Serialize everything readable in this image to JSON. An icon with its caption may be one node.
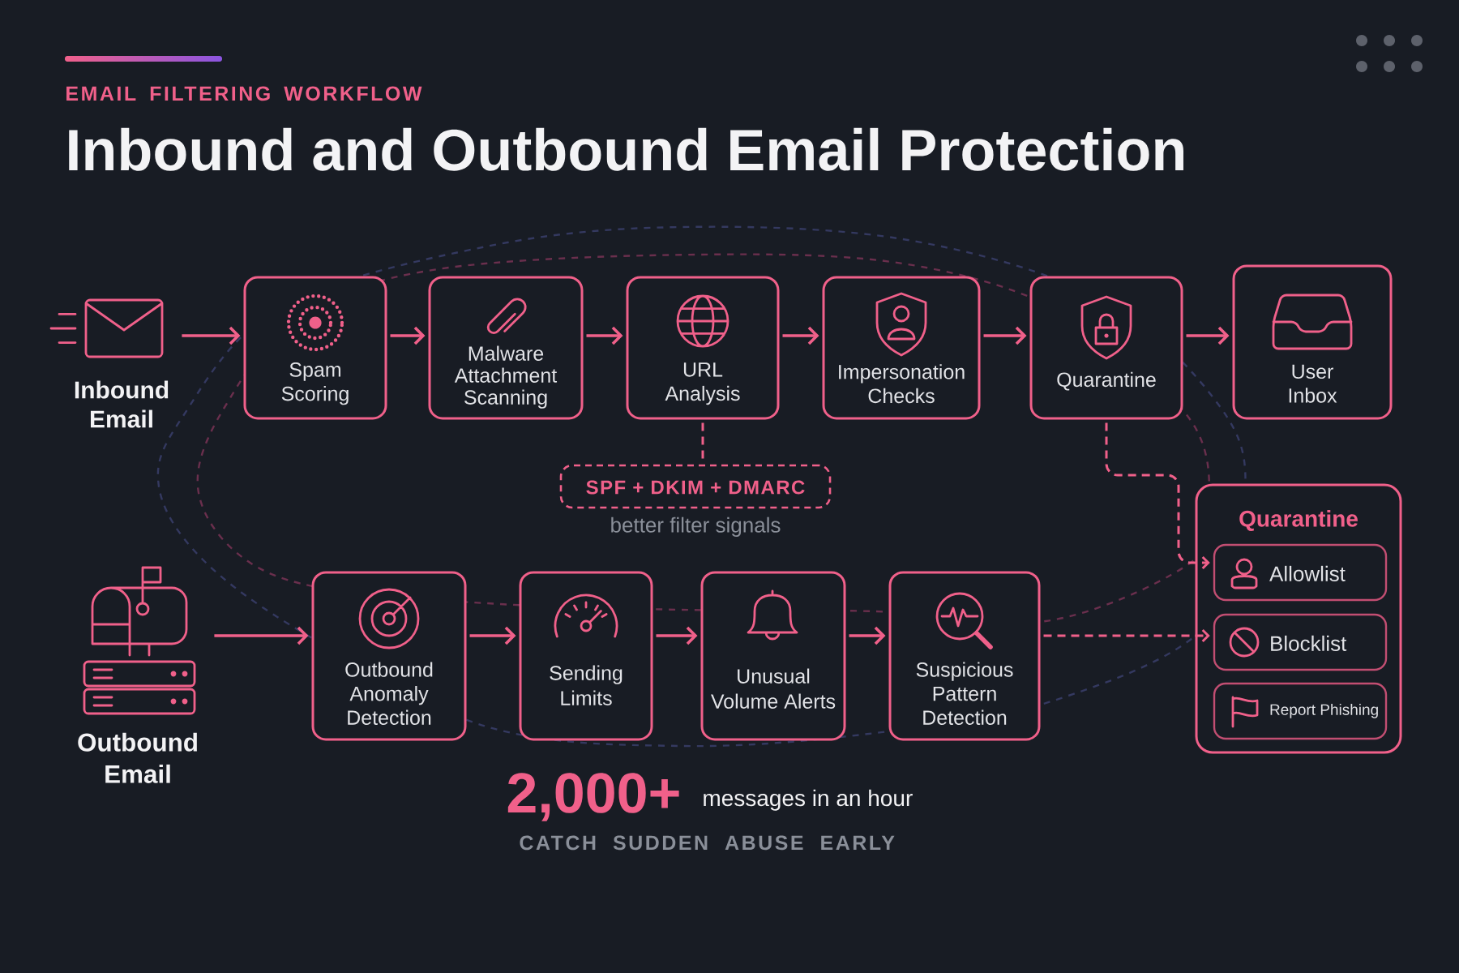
{
  "diagram": {
    "title": "Inbound and Outbound Email Protection",
    "nodes": [
      {
        "text": [
          "Inbound Email"
        ]
      },
      {
        "text": [
          "Spam Scoring"
        ]
      },
      {
        "text": [
          "Malware Attachment Scanning"
        ]
      },
      {
        "text": [
          "URL Analysis"
        ]
      },
      {
        "text": [
          "Impersonation Checks"
        ]
      },
      {
        "text": [
          "Quarantine"
        ]
      },
      {
        "text": [
          "User Inbox"
        ]
      },
      {
        "text": [
          "SPF + DKIM + DMARC"
        ],
        "beside": [
          "better filter signals"
        ]
      },
      {
        "text": [
          "Outbound Email"
        ]
      },
      {
        "text": [
          "Outbound Anomaly Detection"
        ]
      },
      {
        "text": [
          "Sending Limits"
        ]
      },
      {
        "text": [
          "Unusual Volume Alerts"
        ]
      },
      {
        "text": [
          "Suspicious Pattern Detection"
        ]
      },
      {
        "text": [
          "Quarantine"
        ]
      },
      {
        "text": [
          "Allowlist"
        ],
        "in": 13
      },
      {
        "text": [
          "Blocklist"
        ],
        "in": 13
      },
      {
        "text": [
          "Report Phishing"
        ],
        "in": 13
      }
    ],
    "edges": [
      {
        "from": 0,
        "to": 1,
        "arrow": "to"
      },
      {
        "from": 1,
        "to": 2,
        "arrow": "to"
      },
      {
        "from": 2,
        "to": 3,
        "arrow": "to"
      },
      {
        "from": 3,
        "to": 4,
        "arrow": "to"
      },
      {
        "from": 4,
        "to": 5,
        "arrow": "to"
      },
      {
        "from": 5,
        "to": 6,
        "arrow": "to"
      },
      {
        "from": 3,
        "to": 7,
        "arrow": "none",
        "style": "dashed"
      },
      {
        "from": 5,
        "to": 14,
        "arrow": "to",
        "style": "dashed"
      },
      {
        "from": 8,
        "to": 9,
        "arrow": "to"
      },
      {
        "from": 9,
        "to": 10,
        "arrow": "to"
      },
      {
        "from": 10,
        "to": 11,
        "arrow": "to"
      },
      {
        "from": 11,
        "to": 12,
        "arrow": "to"
      },
      {
        "from": 12,
        "to": 15,
        "arrow": "to",
        "style": "dashed"
      }
    ],
    "labels": [
      "EMAIL FILTERING WORKFLOW",
      "2,000+",
      "messages in an hour",
      "CATCH SUDDEN ABUSE EARLY"
    ]
  }
}
